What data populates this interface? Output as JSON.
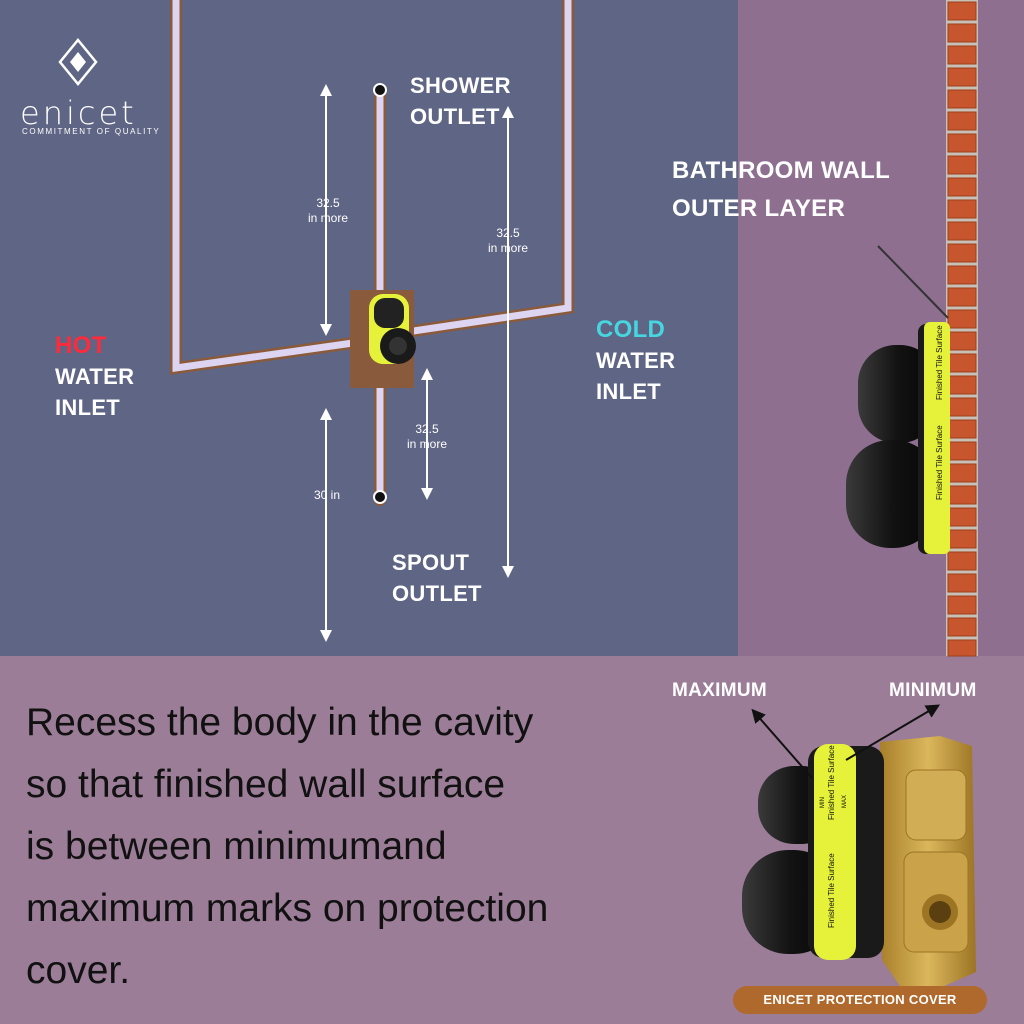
{
  "brand": {
    "name": "enicet",
    "tagline": "COMMITMENT OF QUALITY"
  },
  "labels": {
    "shower_outlet": [
      "SHOWER",
      "OUTLET"
    ],
    "spout_outlet": [
      "SPOUT",
      "OUTLET"
    ],
    "hot_word": "HOT",
    "hot_rest": [
      "WATER",
      "INLET"
    ],
    "cold_word": "COLD",
    "cold_rest": [
      "WATER",
      "INLET"
    ],
    "wall": [
      "BATHROOM WALL",
      "OUTER LAYER"
    ],
    "maximum": "MAXIMUM",
    "minimum": "MINIMUM"
  },
  "dimensions": {
    "upper_left": [
      "32.5",
      "in more"
    ],
    "upper_right": [
      "32.5",
      "in more"
    ],
    "lower_mid": [
      "32.5",
      "in more"
    ],
    "floor": [
      "30 in"
    ]
  },
  "cover_text": {
    "surface": "Finished Tile Surface",
    "min": "MIN",
    "max": "MAX"
  },
  "body_text": [
    "Recess the body in the cavity",
    "so that finished wall surface",
    "is between minimumand",
    "maximum marks on protection",
    "cover."
  ],
  "caption": "ENICET PROTECTION COVER",
  "colors": {
    "top_bg": "#5f6584",
    "right_bg": "#8e6f90",
    "bottom_bg": "#9c7d97",
    "hot": "#ff2a3a",
    "cold": "#47d6e0",
    "brass": "#c9a24a",
    "tape": "#e6f23a",
    "caption_bg": "#b0692c"
  }
}
